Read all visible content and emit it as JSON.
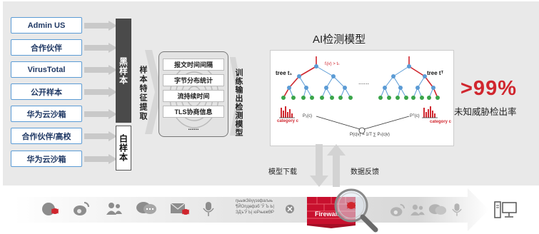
{
  "sources": [
    "Admin US",
    "合作伙伴",
    "VirusTotal",
    "公开样本",
    "华为云沙箱",
    "合作伙伴/高校",
    "华为云沙箱"
  ],
  "black_sample_label": "黑样本",
  "white_sample_label": "白样本",
  "feature_extraction_label": "样本特征提取",
  "features": [
    "报文时间间隔",
    "字节分布统计",
    "流持续时间",
    "TLS协商信息",
    "......"
  ],
  "training_label": "训练输出检测模型",
  "ai_model_title": "AI检测模型",
  "model_diagram": {
    "tree_left": "tree t₁",
    "tree_right": "tree tᵀ",
    "ellipsis": "......",
    "split_rule": "fᵢ(v) > tₙ",
    "category_left": "category c",
    "category_right": "category c",
    "prob_left": "P₁(c)",
    "prob_right": "Pᵀ(c)",
    "formula": "P(c|v) = 1/T ∑ Pₜ(c|v)",
    "colors": {
      "split_arrow": "#d0262e",
      "node": "#5b9bd5",
      "leaf_green": "#3aa54a"
    }
  },
  "detection_rate": ">99%",
  "detection_desc": "未知威胁检出率",
  "model_download_label": "模型下载",
  "data_feedback_label": "数据反馈",
  "traffic": {
    "firewall_label": "Firewall",
    "garbled_text": "ŋьыжЗёүүэзфаљњ ¶ЙОпдөфэб 'Ӯ Ъ Ь| ЗДъ'Ӯ Ь| юРњкжӨР",
    "icons": [
      "virus-bug-icon",
      "weibo-icon",
      "users-icon",
      "chat-bubble-icon",
      "email-bug-icon",
      "microphone-icon",
      "blocked-icon",
      "weibo-icon",
      "users-icon",
      "chat-bubble-icon",
      "microphone-icon",
      "computer-icon"
    ],
    "colors": {
      "firewall": "#c8102e",
      "bug": "#d0262e"
    }
  }
}
